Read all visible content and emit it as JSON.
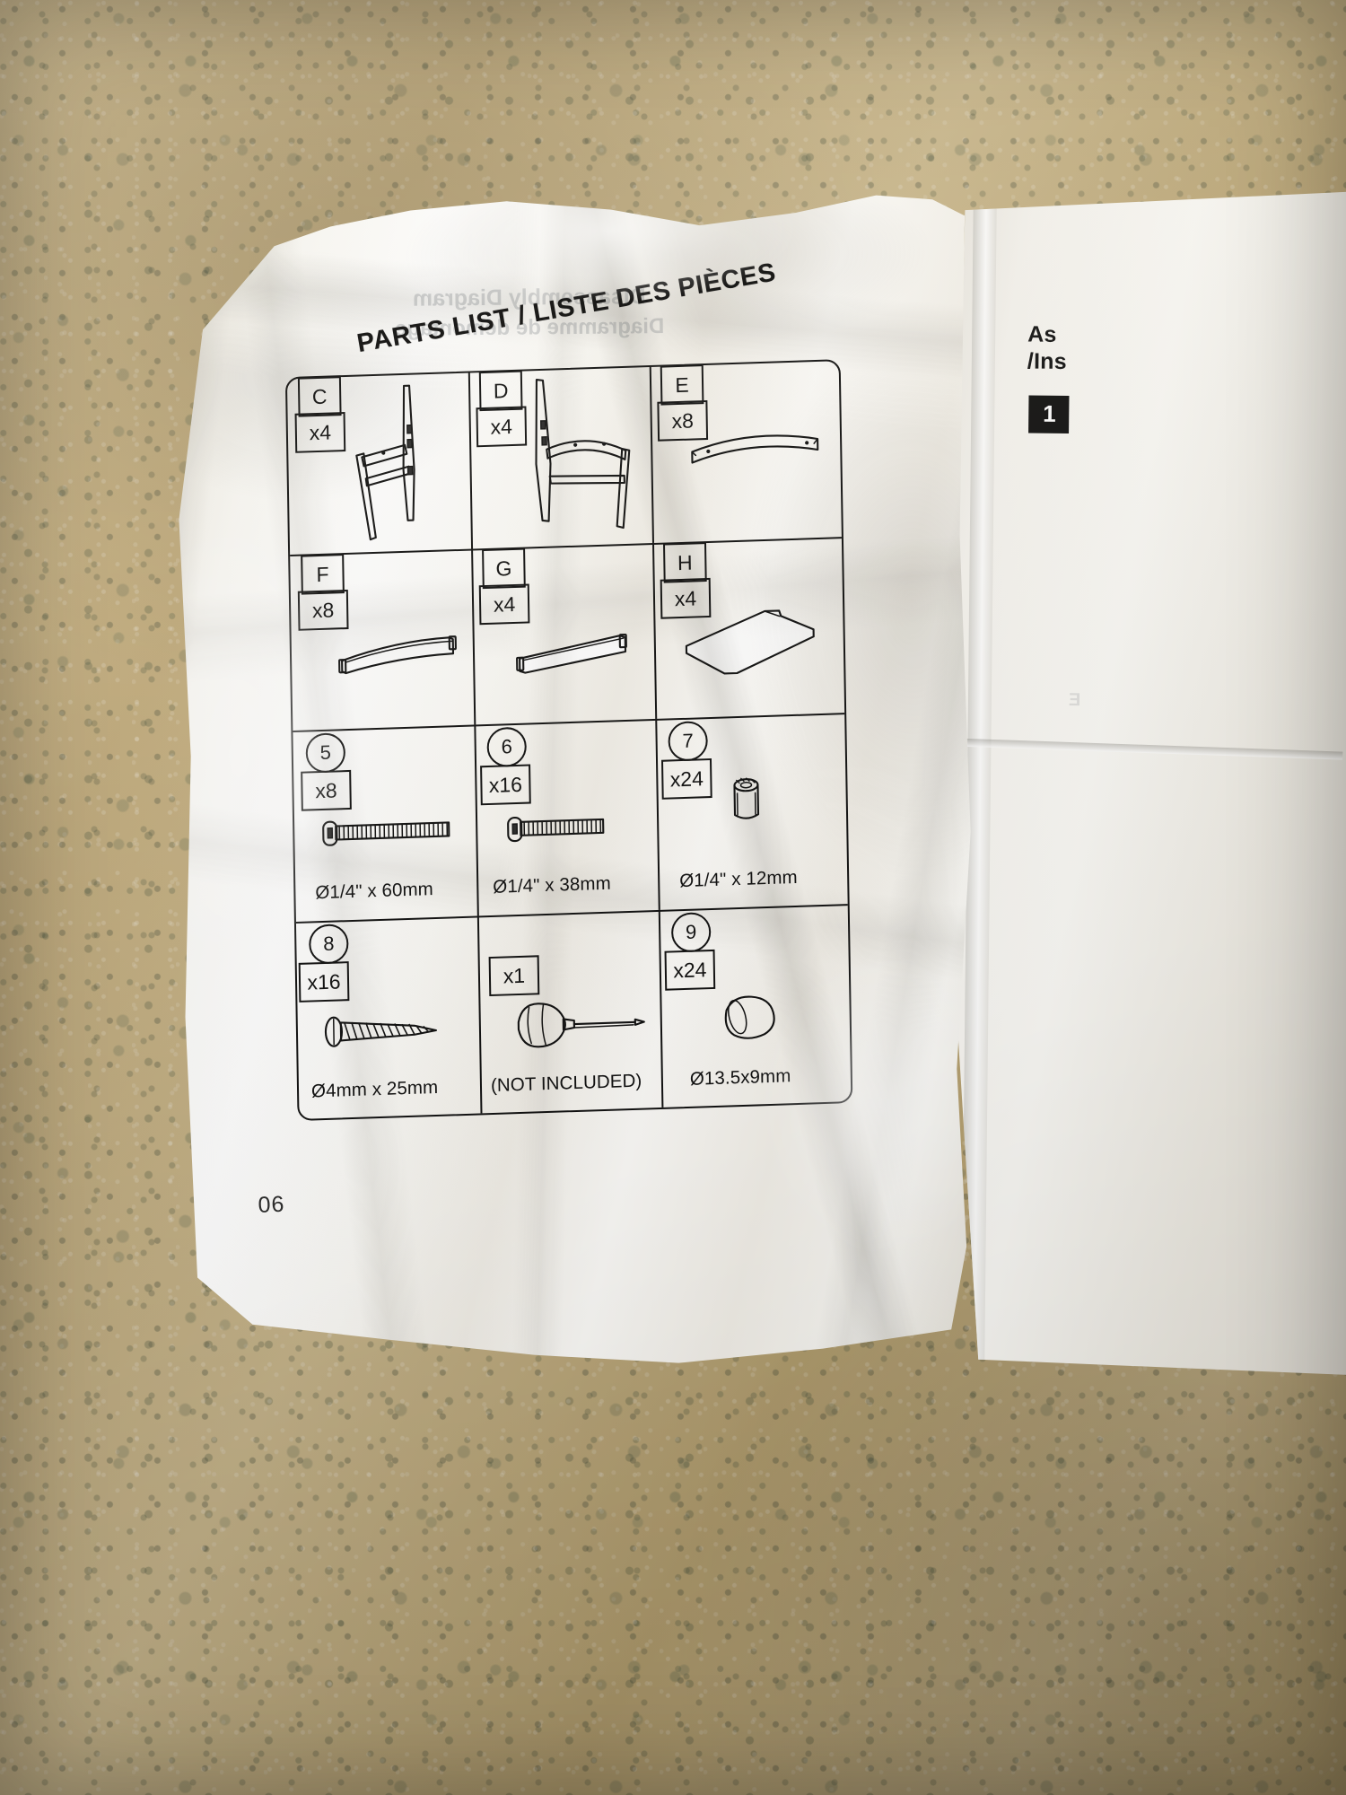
{
  "document": {
    "title": "PARTS LIST / LISTE DES PIÈCES",
    "page_number": "06",
    "background": "beige-green-speckled-carpet",
    "sheet_color": "#fbfaf6",
    "ink_color": "#111111"
  },
  "right_sheet": {
    "heading_line1": "As",
    "heading_line2": "/Ins",
    "step_badge": "1",
    "ghost_text": "E"
  },
  "ghost_bleed": {
    "line1": "Disassembly Diagram",
    "line2": "Diagramme de démontage"
  },
  "parts": [
    {
      "id": "C",
      "label": "C",
      "qty": "x4",
      "dimension": "",
      "icon": "chair-side-frame-left",
      "description": "Left side leg frame assembly"
    },
    {
      "id": "D",
      "label": "D",
      "qty": "x4",
      "dimension": "",
      "icon": "chair-side-frame-right",
      "description": "Right side leg frame assembly"
    },
    {
      "id": "E",
      "label": "E",
      "qty": "x8",
      "dimension": "",
      "icon": "curved-rail",
      "description": "Curved back / seat rail"
    },
    {
      "id": "F",
      "label": "F",
      "qty": "x8",
      "dimension": "",
      "icon": "flat-rail-curved",
      "description": "Flat apron rail, slight curve"
    },
    {
      "id": "G",
      "label": "G",
      "qty": "x4",
      "dimension": "",
      "icon": "flat-rail-straight",
      "description": "Flat apron rail, straight"
    },
    {
      "id": "H",
      "label": "H",
      "qty": "x4",
      "dimension": "",
      "icon": "seat-panel",
      "description": "Seat panel board"
    },
    {
      "id": "5",
      "label": "5",
      "qty": "x8",
      "dimension": "Ø1/4\" x 60mm",
      "icon": "long-bolt",
      "description": "Long hex bolt"
    },
    {
      "id": "6",
      "label": "6",
      "qty": "x16",
      "dimension": "Ø1/4\" x 38mm",
      "icon": "short-bolt",
      "description": "Short hex bolt"
    },
    {
      "id": "7",
      "label": "7",
      "qty": "x24",
      "dimension": "Ø1/4\" x 12mm",
      "icon": "barrel-nut",
      "description": "Barrel nut / cylinder nut"
    },
    {
      "id": "8",
      "label": "8",
      "qty": "x16",
      "dimension": "Ø4mm x 25mm",
      "icon": "wood-screw",
      "description": "Wood screw"
    },
    {
      "id": "tool",
      "label": "",
      "qty": "x1",
      "dimension": "(NOT INCLUDED)",
      "icon": "screwdriver",
      "description": "Screwdriver — not included"
    },
    {
      "id": "9",
      "label": "9",
      "qty": "x24",
      "dimension": "Ø13.5x9mm",
      "icon": "plastic-cap",
      "description": "Plastic cap / plug"
    }
  ]
}
